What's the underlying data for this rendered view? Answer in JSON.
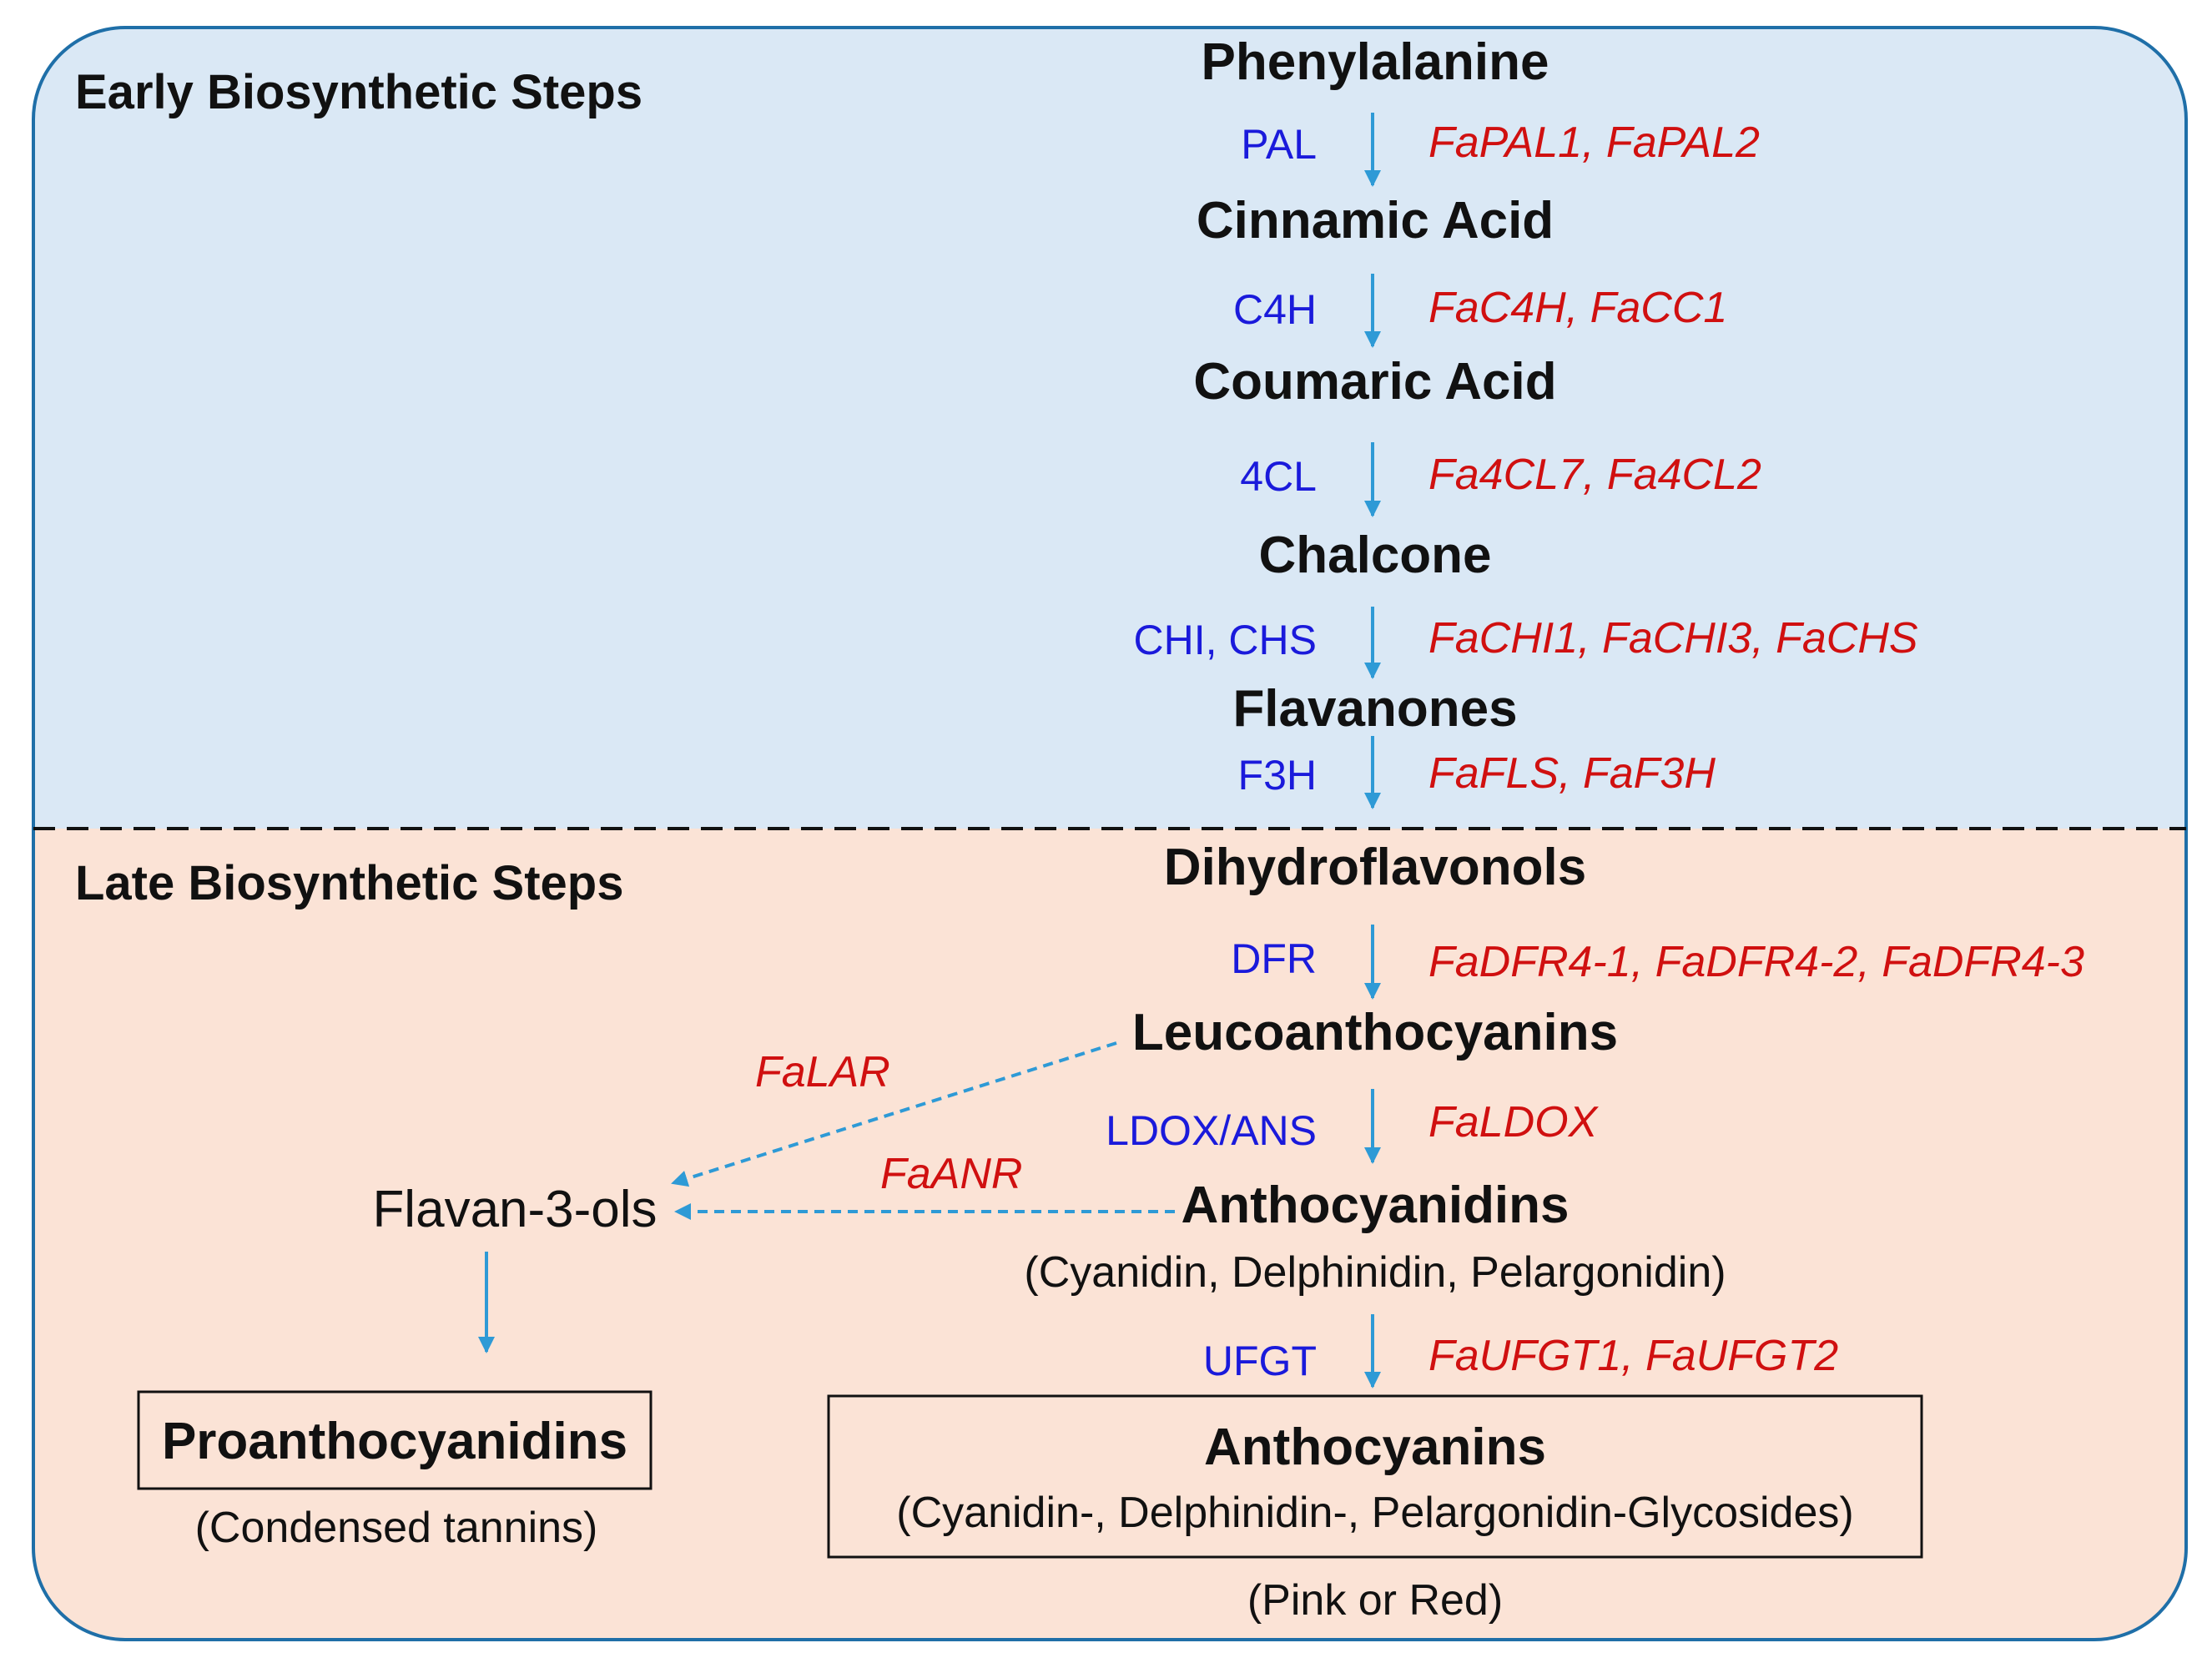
{
  "colors": {
    "early_background": "#dae8f5",
    "late_background": "#fbe3d6",
    "border": "#1f6fa8",
    "arrow": "#2e9ad6",
    "enzyme_text": "#1a1adb",
    "gene_text": "#d01010"
  },
  "sections": {
    "early_title": "Early Biosynthetic Steps",
    "late_title": "Late Biosynthetic Steps"
  },
  "metabolites": {
    "phenylalanine": "Phenylalanine",
    "cinnamic_acid": "Cinnamic Acid",
    "coumaric_acid": "Coumaric Acid",
    "chalcone": "Chalcone",
    "flavanones": "Flavanones",
    "dihydroflavonols": "Dihydroflavonols",
    "leucoanthocyanins": "Leucoanthocyanins",
    "anthocyanidins": "Anthocyanidins",
    "anthocyanidins_note": "(Cyanidin, Delphinidin, Pelargonidin)",
    "flavan_3_ols": "Flavan-3-ols"
  },
  "steps": [
    {
      "enzyme": "PAL",
      "genes": "FaPAL1, FaPAL2"
    },
    {
      "enzyme": "C4H",
      "genes": "FaC4H, FaCC1"
    },
    {
      "enzyme": "4CL",
      "genes": "Fa4CL7, Fa4CL2"
    },
    {
      "enzyme": "CHI, CHS",
      "genes": "FaCHI1, FaCHI3, FaCHS"
    },
    {
      "enzyme": "F3H",
      "genes": "FaFLS, FaF3H"
    },
    {
      "enzyme": "DFR",
      "genes": "FaDFR4-1, FaDFR4-2, FaDFR4-3"
    },
    {
      "enzyme": "LDOX/ANS",
      "genes": "FaLDOX"
    },
    {
      "enzyme": "UFGT",
      "genes": "FaUFGT1, FaUFGT2"
    }
  ],
  "side_genes": {
    "lar": "FaLAR",
    "anr": "FaANR"
  },
  "products": {
    "proanthocyanidins": {
      "title": "Proanthocyanidins",
      "note": "(Condensed tannins)"
    },
    "anthocyanins": {
      "title": "Anthocyanins",
      "note": "(Cyanidin-, Delphinidin-, Pelargonidin-Glycosides)",
      "color_note": "(Pink or Red)"
    }
  }
}
